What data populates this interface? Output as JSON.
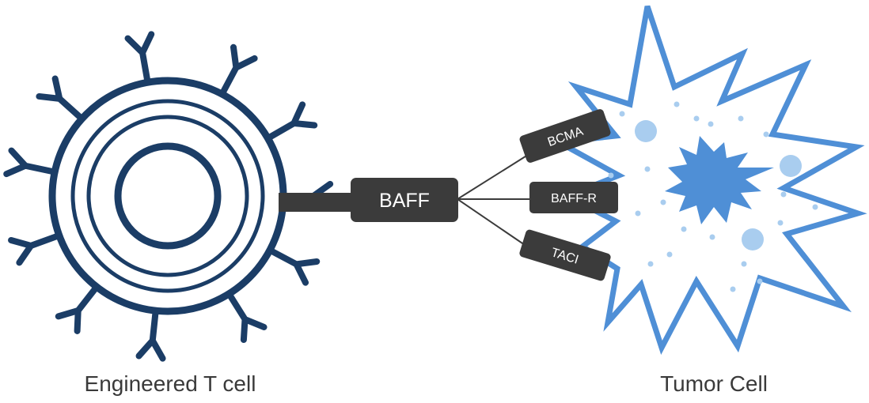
{
  "labels": {
    "tcell": "Engineered T cell",
    "tumor": "Tumor Cell",
    "ligand": "BAFF",
    "receptors": [
      "BCMA",
      "BAFF-R",
      "TACI"
    ]
  },
  "colors": {
    "tcell": "#1b3d66",
    "tumor_outline": "#4f8fd6",
    "tumor_core": "#4f8fd6",
    "tumor_vesicle": "#a9cdef",
    "box_fill": "#3b3b3b",
    "box_text": "#ffffff",
    "caption_text": "#3a3a3a"
  }
}
